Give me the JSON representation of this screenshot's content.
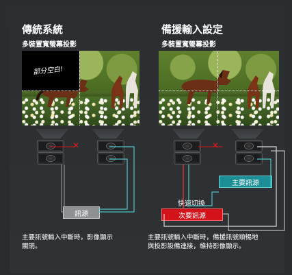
{
  "left": {
    "title": "傳統系統",
    "subtitle": "多裝置寬螢幕投影",
    "gap_label": "部分空白!",
    "source_label": "訊源",
    "caption_line1": "主要訊號輸入中斷時，影像顯示",
    "caption_line2": "關閉。"
  },
  "right": {
    "title": "備援輸入設定",
    "subtitle": "多裝置寬螢幕投影",
    "main_source_label": "主要訊源",
    "switch_label": "快速切換",
    "backup_source_label": "次要訊源",
    "caption_line1": "主要訊號輸入中斷時，備援訊號順暢地",
    "caption_line2": "與投影設備連接，維持影像顯示。"
  },
  "colors": {
    "background": "#2a2d30",
    "accent_red": "#d3121a",
    "accent_teal": "#1c8f96",
    "source_gray": "#8e9194",
    "wire_cyan": "#4fc3c8"
  }
}
